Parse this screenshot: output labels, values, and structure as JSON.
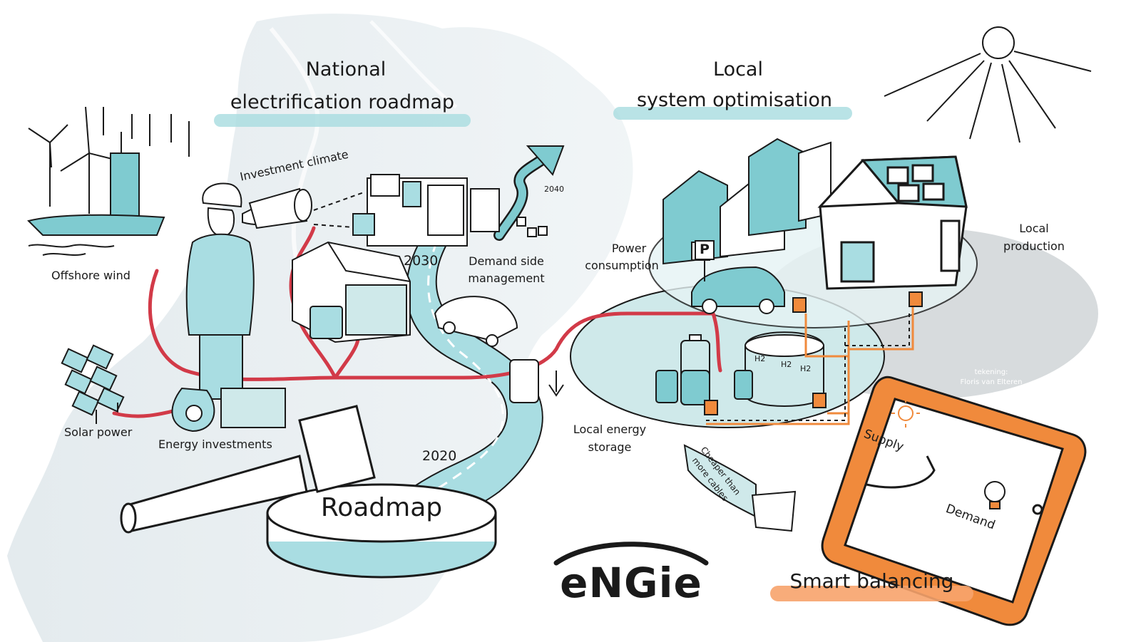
{
  "colors": {
    "teal": "#7fcbd0",
    "light_teal": "#c9e9ec",
    "map_grey": "#dde6ea",
    "cable_red": "#d23a48",
    "orange": "#f08a3c",
    "ink": "#1a1a1a"
  },
  "left_section": {
    "title_line1": "National",
    "title_line2": "electrification roadmap",
    "labels": {
      "investment_climate": "Investment climate",
      "offshore_wind": "Offshore wind",
      "solar_power": "Solar power",
      "energy_investments": "Energy investments",
      "demand_side_management_line1": "Demand side",
      "demand_side_management_line2": "management",
      "year_2040": "2040",
      "year_2030": "2030",
      "year_2020": "2020",
      "gavel_base": "Roadmap"
    }
  },
  "right_section": {
    "title_line1": "Local",
    "title_line2": "system optimisation",
    "labels": {
      "power_consumption_line1": "Power",
      "power_consumption_line2": "consumption",
      "local_production_line1": "Local",
      "local_production_line2": "production",
      "local_storage_line1": "Local energy",
      "local_storage_line2": "storage",
      "cheaper_line1": "Cheaper than",
      "cheaper_line2": "more cables",
      "parking_sign": "P",
      "h2_1": "H2",
      "h2_2": "H2",
      "h2_3": "H2",
      "credit_line1": "tekening:",
      "credit_line2": "Floris van Elteren",
      "supply": "Supply",
      "demand": "Demand",
      "smart_balancing": "Smart balancing"
    }
  },
  "brand": {
    "logo_text": "eNGie"
  },
  "icons": [
    "wind-turbine-icon",
    "solar-panel-icon",
    "telescope-icon",
    "factory-icon",
    "greenhouse-icon",
    "car-icon",
    "gavel-icon",
    "money-bag-icon",
    "battery-icon",
    "hydrogen-tank-icon",
    "house-icon",
    "sun-icon",
    "tablet-icon",
    "lightbulb-icon",
    "arrow-up-icon",
    "arrow-down-icon",
    "warning-icon"
  ]
}
